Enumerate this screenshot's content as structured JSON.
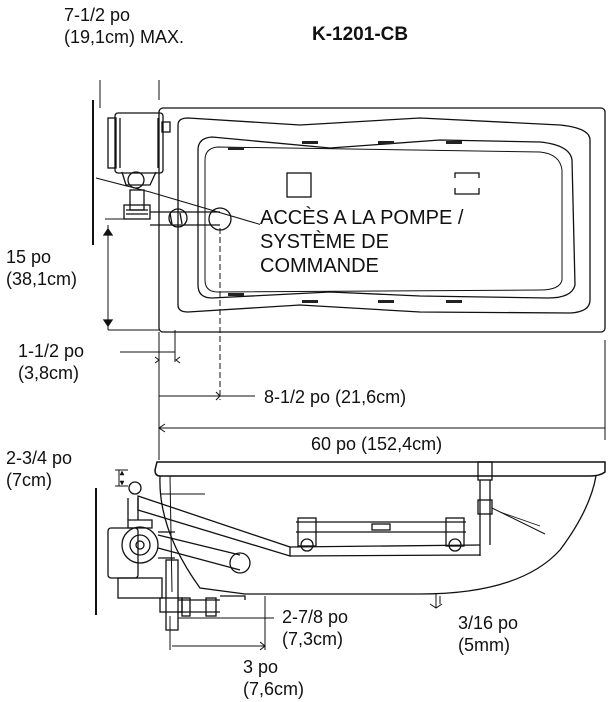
{
  "title": "K-1201-CB",
  "labels": {
    "width_max": [
      "7-1/2 po",
      "(19,1cm) MAX."
    ],
    "access": [
      "ACCÈS A LA POMPE /",
      "SYSTÈME DE",
      "COMMANDE"
    ],
    "dim_15": [
      "15 po",
      "(38,1cm)"
    ],
    "dim_1_5": [
      "1-1/2 po",
      "(3,8cm)"
    ],
    "dim_8_5": "8-1/2 po (21,6cm)",
    "dim_60": "60 po (152,4cm)",
    "dim_2_75": [
      "2-3/4 po",
      "(7cm)"
    ],
    "dim_2_875": [
      "2-7/8 po",
      "(7,3cm)"
    ],
    "dim_3_16": [
      "3/16 po",
      "(5mm)"
    ],
    "dim_3": [
      "3 po",
      "(7,6cm)"
    ]
  }
}
